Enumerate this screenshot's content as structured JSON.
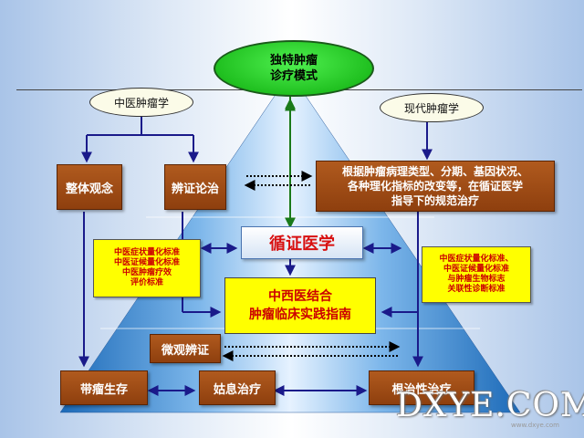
{
  "top": {
    "line1": "独特肿瘤",
    "line2": "诊疗模式"
  },
  "tcm_oncology": "中医肿瘤学",
  "modern_oncology": "现代肿瘤学",
  "holistic_view": "整体观念",
  "syndrome_differentiation": "辨证论治",
  "modern_treatment": {
    "line1": "根据肿瘤病理类型、分期、基因状况、",
    "line2": "各种理化指标的改变等，在循证医学",
    "line3": "指导下的规范治疗"
  },
  "ebm": "循证医学",
  "left_standards": [
    "中医症状量化标准",
    "中医证候量化标准",
    "中医肿瘤疗效",
    "评价标准"
  ],
  "right_standards": [
    "中医症状量化标准、",
    "中医证候量化标准",
    "与肿瘤生物标志",
    "关联性诊断标准"
  ],
  "guideline": {
    "line1": "中西医结合",
    "line2": "肿瘤临床实践指南"
  },
  "micro_differentiation": "微观辨证",
  "survival_with_tumor": "带瘤生存",
  "palliative": "姑息治疗",
  "radical": "根治性治疗",
  "watermark": "DXYE.COM",
  "watermark_sub": "www.dxye.com",
  "colors": {
    "brown": "#9a4a14",
    "green": "#20c020",
    "navy": "#1a1a7a",
    "yellow": "#ffff00",
    "red": "#cc0000"
  }
}
